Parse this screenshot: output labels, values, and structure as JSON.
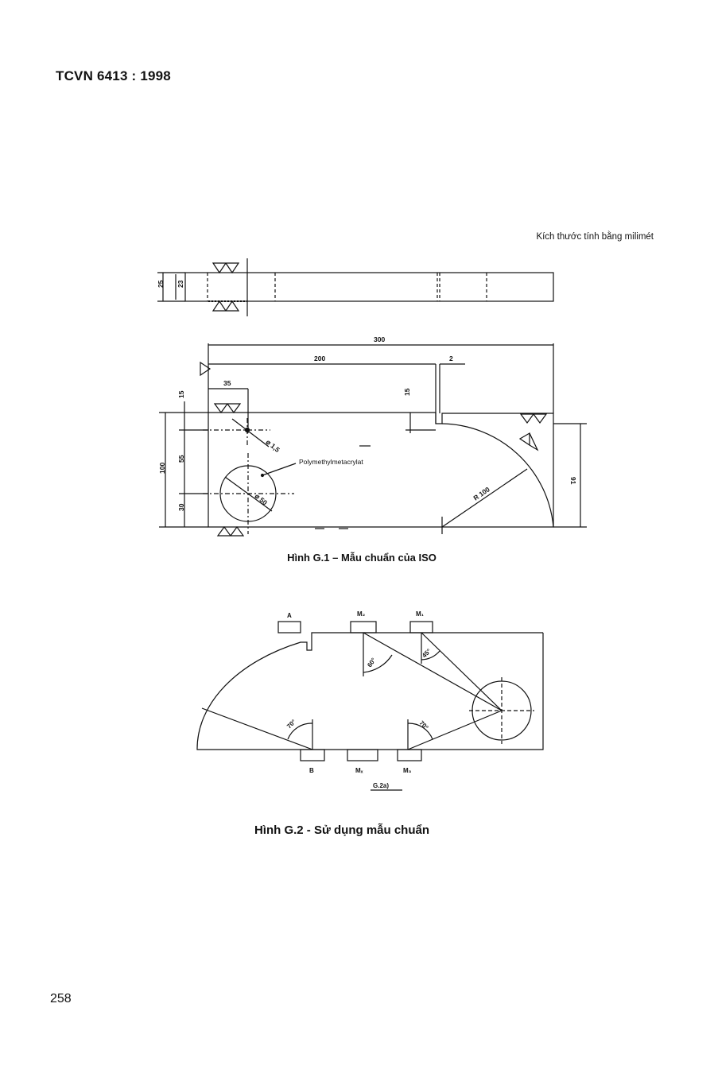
{
  "header": {
    "standard": "TCVN 6413 : 1998"
  },
  "units_note": "Kích thước tính bằng milimét",
  "figure1": {
    "caption": "Hình G.1 – Mẫu chuẩn của ISO",
    "material_label": "Polymethylmetacrylat",
    "dims": {
      "d300": "300",
      "d200": "200",
      "d2": "2",
      "d35": "35",
      "d15a": "15",
      "d15b": "15",
      "d100": "100",
      "d55": "55",
      "d30": "30",
      "d91": "91",
      "d25": "25",
      "d23": "23",
      "radius": "R 100",
      "dia15": "⌀ 1,5",
      "dia50": "⌀ 50"
    }
  },
  "figure2": {
    "caption": "Hình G.2 - Sử dụng mẫu chuẩn",
    "sub_label": "G.2a)",
    "probes": {
      "A": "A",
      "B": "B",
      "M1": "M₁",
      "M2": "M₂",
      "M3": "M₃",
      "M4": "Mₓ"
    },
    "angles": {
      "a60": "60°",
      "a45": "45°",
      "a70left": "70°",
      "a70right": "70°"
    }
  },
  "page_number": "258"
}
